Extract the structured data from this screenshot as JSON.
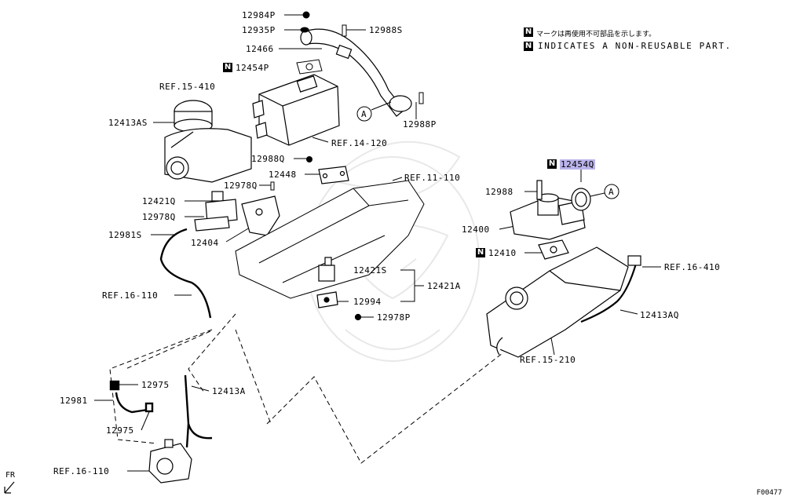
{
  "legend": {
    "jp_text": "マークは再使用不可部品を示します。",
    "en_text": "INDICATES A NON-REUSABLE PART.",
    "badge": "N"
  },
  "labels": {
    "p12984P": "12984P",
    "p12935P": "12935P",
    "p12988S": "12988S",
    "p12466": "12466",
    "p12454P": "12454P",
    "ref15_410": "REF.15-410",
    "p12413AS": "12413AS",
    "p12988P": "12988P",
    "ref14_120": "REF.14-120",
    "p12988Q": "12988Q",
    "p12448": "12448",
    "ref11_110": "REF.11-110",
    "p12978Q_a": "12978Q",
    "p12421Q": "12421Q",
    "p12978Q_b": "12978Q",
    "p12981S": "12981S",
    "p12404": "12404",
    "p12454Q": "12454Q",
    "p12988": "12988",
    "p12400": "12400",
    "p12410": "12410",
    "p12421S": "12421S",
    "p12421A": "12421A",
    "p12994": "12994",
    "p12978P": "12978P",
    "ref16_110_a": "REF.16-110",
    "ref16_410": "REF.16-410",
    "p12413AQ": "12413AQ",
    "ref15_210": "REF.15-210",
    "p12975_a": "12975",
    "p12413A": "12413A",
    "p12981": "12981",
    "p12975_b": "12975",
    "ref16_110_b": "REF.16-110",
    "callout_a": "A",
    "fr": "FR",
    "diagram_code": "F00477"
  },
  "colors": {
    "highlight": "#b9b3ea",
    "line": "#000000",
    "watermark": "#e6e6e6"
  }
}
